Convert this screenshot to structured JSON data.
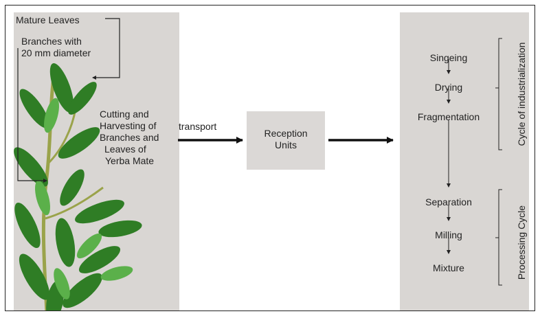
{
  "left_panel": {
    "mature_leaves": "Mature Leaves",
    "branches_line1": "Branches with",
    "branches_line2": "20 mm diameter",
    "cutting_lines": [
      "Cutting and",
      "Harvesting of",
      "Branches and",
      "Leaves of",
      "Yerba Mate"
    ]
  },
  "transport_label": "transport",
  "reception": {
    "line1": "Reception",
    "line2": "Units"
  },
  "right_panel": {
    "steps_industrial": [
      "Singeing",
      "Drying",
      "Fragmentation"
    ],
    "steps_processing": [
      "Separation",
      "Milling",
      "Mixture"
    ],
    "label_industrial": "Cycle of industrialization",
    "label_processing": "Processing Cycle"
  },
  "colors": {
    "panel": "#d9d6d3",
    "reception_box": "#dbd8d6",
    "leaf_dark": "#2f7d25",
    "leaf_light": "#5bb04a",
    "stem": "#9aa34a"
  }
}
